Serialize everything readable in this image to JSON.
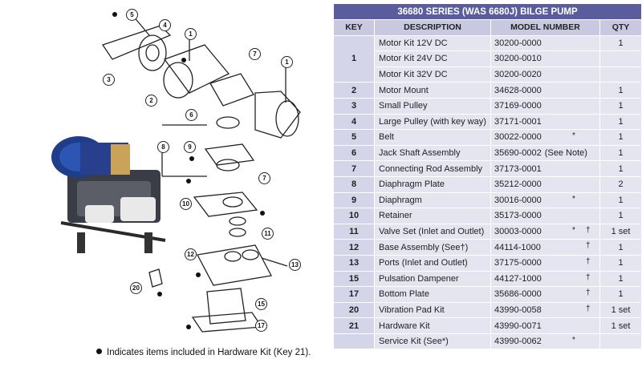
{
  "table": {
    "title": "36680 SERIES (WAS 6680J) BILGE PUMP",
    "headers": [
      "KEY",
      "DESCRIPTION",
      "MODEL NUMBER",
      "QTY"
    ],
    "rows": [
      {
        "key": "1",
        "description": "Motor Kit 12V DC",
        "model": "30200-0000",
        "note": "",
        "star": "",
        "dagger": "",
        "qty": "1"
      },
      {
        "key": "",
        "description": "Motor Kit 24V DC",
        "model": "30200-0010",
        "note": "",
        "star": "",
        "dagger": "",
        "qty": ""
      },
      {
        "key": "",
        "description": "Motor Kit 32V DC",
        "model": "30200-0020",
        "note": "",
        "star": "",
        "dagger": "",
        "qty": ""
      },
      {
        "key": "2",
        "description": "Motor Mount",
        "model": "34628-0000",
        "note": "",
        "star": "",
        "dagger": "",
        "qty": "1"
      },
      {
        "key": "3",
        "description": "Small Pulley",
        "model": "37169-0000",
        "note": "",
        "star": "",
        "dagger": "",
        "qty": "1"
      },
      {
        "key": "4",
        "description": "Large Pulley (with key way)",
        "model": "37171-0001",
        "note": "",
        "star": "",
        "dagger": "",
        "qty": "1"
      },
      {
        "key": "5",
        "description": "Belt",
        "model": "30022-0000",
        "note": "",
        "star": "*",
        "dagger": "",
        "qty": "1"
      },
      {
        "key": "6",
        "description": "Jack Shaft Assembly",
        "model": "35690-0002",
        "note": "(See Note)",
        "star": "",
        "dagger": "",
        "qty": "1"
      },
      {
        "key": "7",
        "description": "Connecting Rod Assembly",
        "model": "37173-0001",
        "note": "",
        "star": "",
        "dagger": "",
        "qty": "1"
      },
      {
        "key": "8",
        "description": "Diaphragm Plate",
        "model": "35212-0000",
        "note": "",
        "star": "",
        "dagger": "",
        "qty": "2"
      },
      {
        "key": "9",
        "description": "Diaphragm",
        "model": "30016-0000",
        "note": "",
        "star": "*",
        "dagger": "",
        "qty": "1"
      },
      {
        "key": "10",
        "description": "Retainer",
        "model": "35173-0000",
        "note": "",
        "star": "",
        "dagger": "",
        "qty": "1"
      },
      {
        "key": "11",
        "description": "Valve Set (Inlet and Outlet)",
        "model": "30003-0000",
        "note": "",
        "star": "*",
        "dagger": "†",
        "qty": "1 set"
      },
      {
        "key": "12",
        "description": "Base Assembly  (See†)",
        "model": "44114-1000",
        "note": "",
        "star": "",
        "dagger": "†",
        "qty": "1"
      },
      {
        "key": "13",
        "description": "Ports (Inlet and Outlet)",
        "model": "37175-0000",
        "note": "",
        "star": "",
        "dagger": "†",
        "qty": "1"
      },
      {
        "key": "15",
        "description": "Pulsation Dampener",
        "model": "44127-1000",
        "note": "",
        "star": "",
        "dagger": "†",
        "qty": "1"
      },
      {
        "key": "17",
        "description": "Bottom Plate",
        "model": "35686-0000",
        "note": "",
        "star": "",
        "dagger": "†",
        "qty": "1"
      },
      {
        "key": "20",
        "description": "Vibration Pad Kit",
        "model": "43990-0058",
        "note": "",
        "star": "",
        "dagger": "†",
        "qty": "1 set"
      },
      {
        "key": "21",
        "description": "Hardware Kit",
        "model": "43990-0071",
        "note": "",
        "star": "",
        "dagger": "",
        "qty": "1 set"
      },
      {
        "key": "",
        "description": "Service Kit  (See*)",
        "model": "43990-0062",
        "note": "",
        "star": "*",
        "dagger": "",
        "qty": ""
      }
    ]
  },
  "diagram": {
    "callouts": [
      "5",
      "4",
      "3",
      "1",
      "2",
      "7",
      "1",
      "6",
      "8",
      "9",
      "7",
      "10",
      "11",
      "12",
      "13",
      "20",
      "15",
      "17"
    ],
    "footnote": "Indicates items included in Hardware Kit (Key 21)."
  }
}
